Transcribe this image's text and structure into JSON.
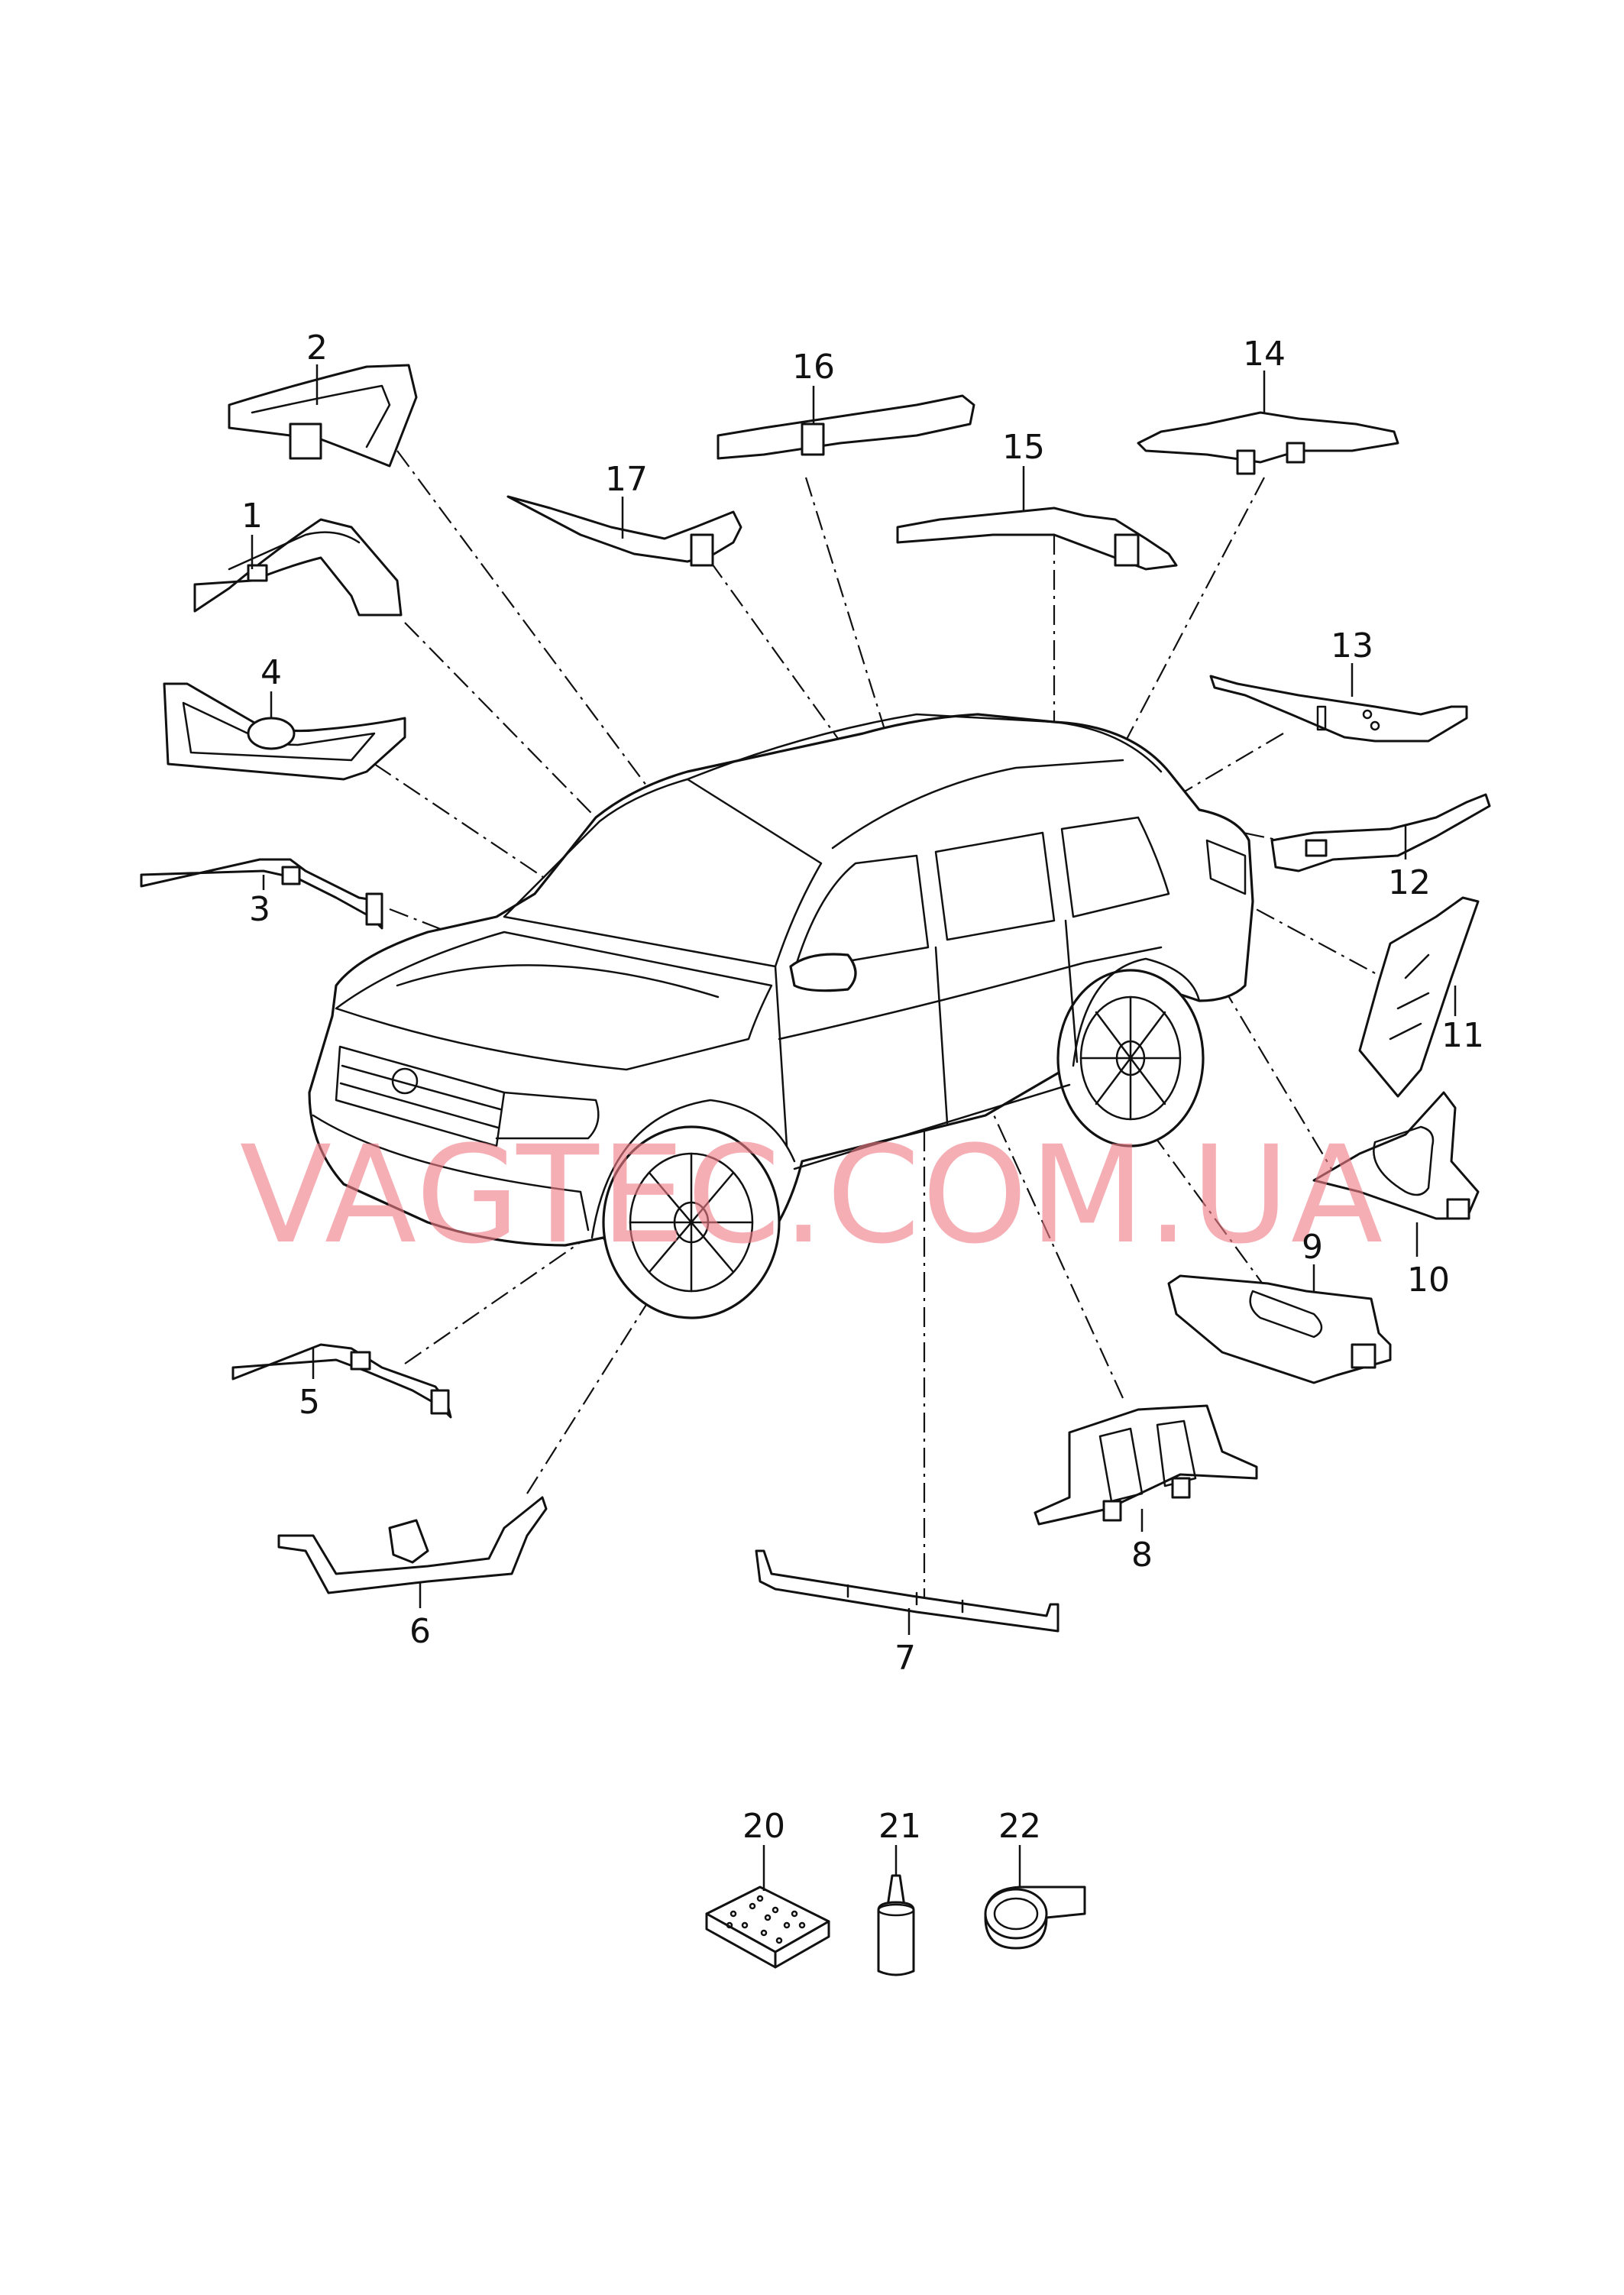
{
  "watermark": "VAGTEC.COM.UA",
  "callouts": {
    "p1": "1",
    "p2": "2",
    "p3": "3",
    "p4": "4",
    "p5": "5",
    "p6": "6",
    "p7": "7",
    "p8": "8",
    "p9": "9",
    "p10": "10",
    "p11": "11",
    "p12": "12",
    "p13": "13",
    "p14": "14",
    "p15": "15",
    "p16": "16",
    "p17": "17",
    "p20": "20",
    "p21": "21",
    "p22": "22"
  },
  "colors": {
    "line": "#111111",
    "watermark": "#f07c88",
    "background": "#ffffff"
  }
}
